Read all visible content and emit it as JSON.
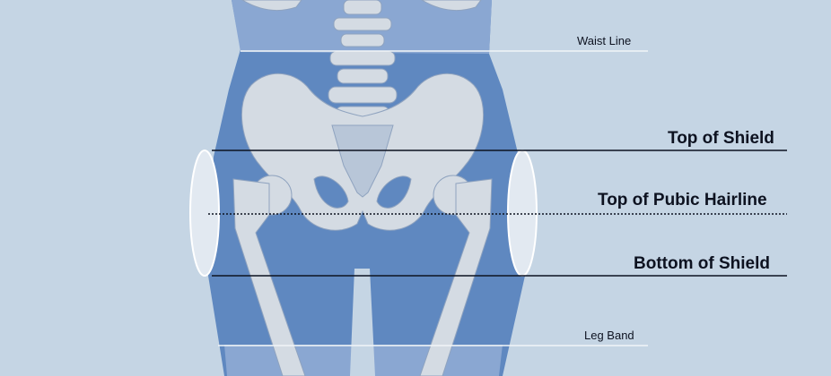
{
  "labels": {
    "waist_line": "Waist Line",
    "top_of_shield": "Top of Shield",
    "top_of_pubic_hairline": "Top of Pubic Hairline",
    "bottom_of_shield": "Bottom of Shield",
    "leg_band": "Leg Band"
  },
  "colors": {
    "background": "#c5d5e4",
    "body": "#5f88c0",
    "body_light": "#a8c0df",
    "bone": "#d4dbe3",
    "bone_outline": "#8fa3bf",
    "line": "#0d1220",
    "thin_line": "#f2f5f8"
  }
}
